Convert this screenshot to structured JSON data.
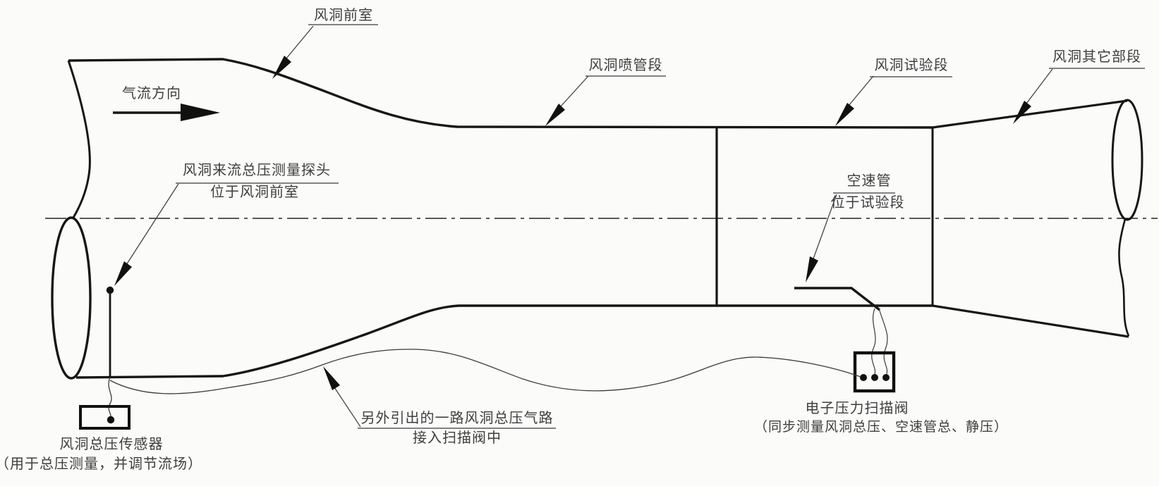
{
  "diagram": {
    "kind": "wind-tunnel-schematic"
  },
  "labels": {
    "front_chamber": "风洞前室",
    "flow_direction": "气流方向",
    "nozzle_section": "风洞喷管段",
    "test_section": "风洞试验段",
    "other_section": "风洞其它部段",
    "probe_line1": "风洞来流总压测量探头",
    "probe_line2": "位于风洞前室",
    "pitot_line1": "空速管",
    "pitot_line2": "位于试验段",
    "branch_line1": "另外引出的一路风洞总压气路",
    "branch_line2": "接入扫描阀中",
    "scanner_line1": "电子压力扫描阀",
    "scanner_line2": "（同步测量风洞总压、空速管总、静压）",
    "sensor_line1": "风洞总压传感器",
    "sensor_line2": "（用于总压测量，并调节流场）"
  },
  "colors": {
    "wall_line": "#161616",
    "thin_line": "#3a3a3a",
    "arrow_fill": "#111111",
    "text": "#3e3e3e",
    "background": "#fbfbfa"
  }
}
